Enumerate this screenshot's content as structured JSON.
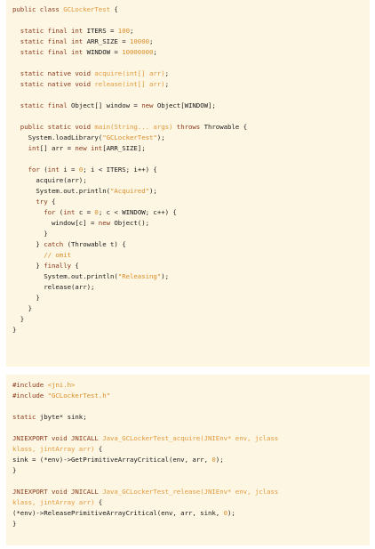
{
  "java_code": [
    [
      {
        "t": "public class ",
        "c": "kw"
      },
      {
        "t": "GCLockerTest",
        "c": "f"
      },
      {
        "t": " {",
        "c": "t"
      }
    ],
    [],
    [
      {
        "t": "  static final int ",
        "c": "kw"
      },
      {
        "t": "ITERS = ",
        "c": "t"
      },
      {
        "t": "100",
        "c": "n"
      },
      {
        "t": ";",
        "c": "t"
      }
    ],
    [
      {
        "t": "  static final int ",
        "c": "kw"
      },
      {
        "t": "ARR_SIZE = ",
        "c": "t"
      },
      {
        "t": "10000",
        "c": "n"
      },
      {
        "t": ";",
        "c": "t"
      }
    ],
    [
      {
        "t": "  static final int ",
        "c": "kw"
      },
      {
        "t": "WINDOW = ",
        "c": "t"
      },
      {
        "t": "10000000",
        "c": "n"
      },
      {
        "t": ";",
        "c": "t"
      }
    ],
    [],
    [
      {
        "t": "  static native void ",
        "c": "kw"
      },
      {
        "t": "acquire",
        "c": "f"
      },
      {
        "t": "(int[] arr)",
        "c": "f"
      },
      {
        "t": ";",
        "c": "t"
      }
    ],
    [
      {
        "t": "  static native void ",
        "c": "kw"
      },
      {
        "t": "release",
        "c": "f"
      },
      {
        "t": "(int[] arr)",
        "c": "f"
      },
      {
        "t": ";",
        "c": "t"
      }
    ],
    [],
    [
      {
        "t": "  static final ",
        "c": "kw"
      },
      {
        "t": "Object[] window = ",
        "c": "t"
      },
      {
        "t": "new ",
        "c": "kw"
      },
      {
        "t": "Object[WINDOW];",
        "c": "t"
      }
    ],
    [],
    [
      {
        "t": "  public static void ",
        "c": "kw"
      },
      {
        "t": "main",
        "c": "f"
      },
      {
        "t": "(String... args) ",
        "c": "f"
      },
      {
        "t": "throws ",
        "c": "kw"
      },
      {
        "t": "Throwable {",
        "c": "t"
      }
    ],
    [
      {
        "t": "    System.loadLibrary(",
        "c": "t"
      },
      {
        "t": "\"GCLockerTest\"",
        "c": "s"
      },
      {
        "t": ");",
        "c": "t"
      }
    ],
    [
      {
        "t": "    int",
        "c": "kw"
      },
      {
        "t": "[] arr = ",
        "c": "t"
      },
      {
        "t": "new int",
        "c": "kw"
      },
      {
        "t": "[ARR_SIZE];",
        "c": "t"
      }
    ],
    [],
    [
      {
        "t": "    for ",
        "c": "kw"
      },
      {
        "t": "(",
        "c": "t"
      },
      {
        "t": "int ",
        "c": "kw"
      },
      {
        "t": "i = ",
        "c": "t"
      },
      {
        "t": "0",
        "c": "n"
      },
      {
        "t": "; i < ITERS; i++) {",
        "c": "t"
      }
    ],
    [
      {
        "t": "      acquire(arr);",
        "c": "t"
      }
    ],
    [
      {
        "t": "      System.out.println(",
        "c": "t"
      },
      {
        "t": "\"Acquired\"",
        "c": "s"
      },
      {
        "t": ");",
        "c": "t"
      }
    ],
    [
      {
        "t": "      try ",
        "c": "kw"
      },
      {
        "t": "{",
        "c": "t"
      }
    ],
    [
      {
        "t": "        for ",
        "c": "kw"
      },
      {
        "t": "(",
        "c": "t"
      },
      {
        "t": "int ",
        "c": "kw"
      },
      {
        "t": "c = ",
        "c": "t"
      },
      {
        "t": "0",
        "c": "n"
      },
      {
        "t": "; c < WINDOW; c++) {",
        "c": "t"
      }
    ],
    [
      {
        "t": "          window[c] = ",
        "c": "t"
      },
      {
        "t": "new ",
        "c": "kw"
      },
      {
        "t": "Object();",
        "c": "t"
      }
    ],
    [
      {
        "t": "        }",
        "c": "t"
      }
    ],
    [
      {
        "t": "      } ",
        "c": "t"
      },
      {
        "t": "catch ",
        "c": "kw"
      },
      {
        "t": "(Throwable t) {",
        "c": "t"
      }
    ],
    [
      {
        "t": "        // omit",
        "c": "c"
      }
    ],
    [
      {
        "t": "      } ",
        "c": "t"
      },
      {
        "t": "finally ",
        "c": "kw"
      },
      {
        "t": "{",
        "c": "t"
      }
    ],
    [
      {
        "t": "        System.out.println(",
        "c": "t"
      },
      {
        "t": "\"Releasing\"",
        "c": "s"
      },
      {
        "t": ");",
        "c": "t"
      }
    ],
    [
      {
        "t": "        release(arr);",
        "c": "t"
      }
    ],
    [
      {
        "t": "      }",
        "c": "t"
      }
    ],
    [
      {
        "t": "    }",
        "c": "t"
      }
    ],
    [
      {
        "t": "  }",
        "c": "t"
      }
    ],
    [
      {
        "t": "}",
        "c": "t"
      }
    ]
  ],
  "c_code": [
    [
      {
        "t": "#include ",
        "c": "kw"
      },
      {
        "t": "<jni.h>",
        "c": "s"
      }
    ],
    [
      {
        "t": "#include ",
        "c": "kw"
      },
      {
        "t": "\"GCLockerTest.h\"",
        "c": "s"
      }
    ],
    [],
    [
      {
        "t": "static ",
        "c": "kw"
      },
      {
        "t": "jbyte* sink;",
        "c": "t"
      }
    ],
    [],
    [
      {
        "t": "JNIEXPORT void JNICALL ",
        "c": "kw"
      },
      {
        "t": "Java_GCLockerTest_acquire",
        "c": "f"
      },
      {
        "t": "(JNIEnv* env, jclass",
        "c": "f"
      }
    ],
    [
      {
        "t": "klass, jintArray arr)",
        "c": "f"
      },
      {
        "t": " {",
        "c": "t"
      }
    ],
    [
      {
        "t": "sink = (*env)->GetPrimitiveArrayCritical(env, arr, ",
        "c": "t"
      },
      {
        "t": "0",
        "c": "n"
      },
      {
        "t": ");",
        "c": "t"
      }
    ],
    [
      {
        "t": "}",
        "c": "t"
      }
    ],
    [],
    [
      {
        "t": "JNIEXPORT void JNICALL ",
        "c": "kw"
      },
      {
        "t": "Java_GCLockerTest_release",
        "c": "f"
      },
      {
        "t": "(JNIEnv* env, jclass",
        "c": "f"
      }
    ],
    [
      {
        "t": "klass, jintArray arr)",
        "c": "f"
      },
      {
        "t": " {",
        "c": "t"
      }
    ],
    [
      {
        "t": "(*env)->ReleasePrimitiveArrayCritical(env, arr, sink, ",
        "c": "t"
      },
      {
        "t": "0",
        "c": "n"
      },
      {
        "t": ");",
        "c": "t"
      }
    ],
    [
      {
        "t": "}",
        "c": "t"
      }
    ]
  ]
}
